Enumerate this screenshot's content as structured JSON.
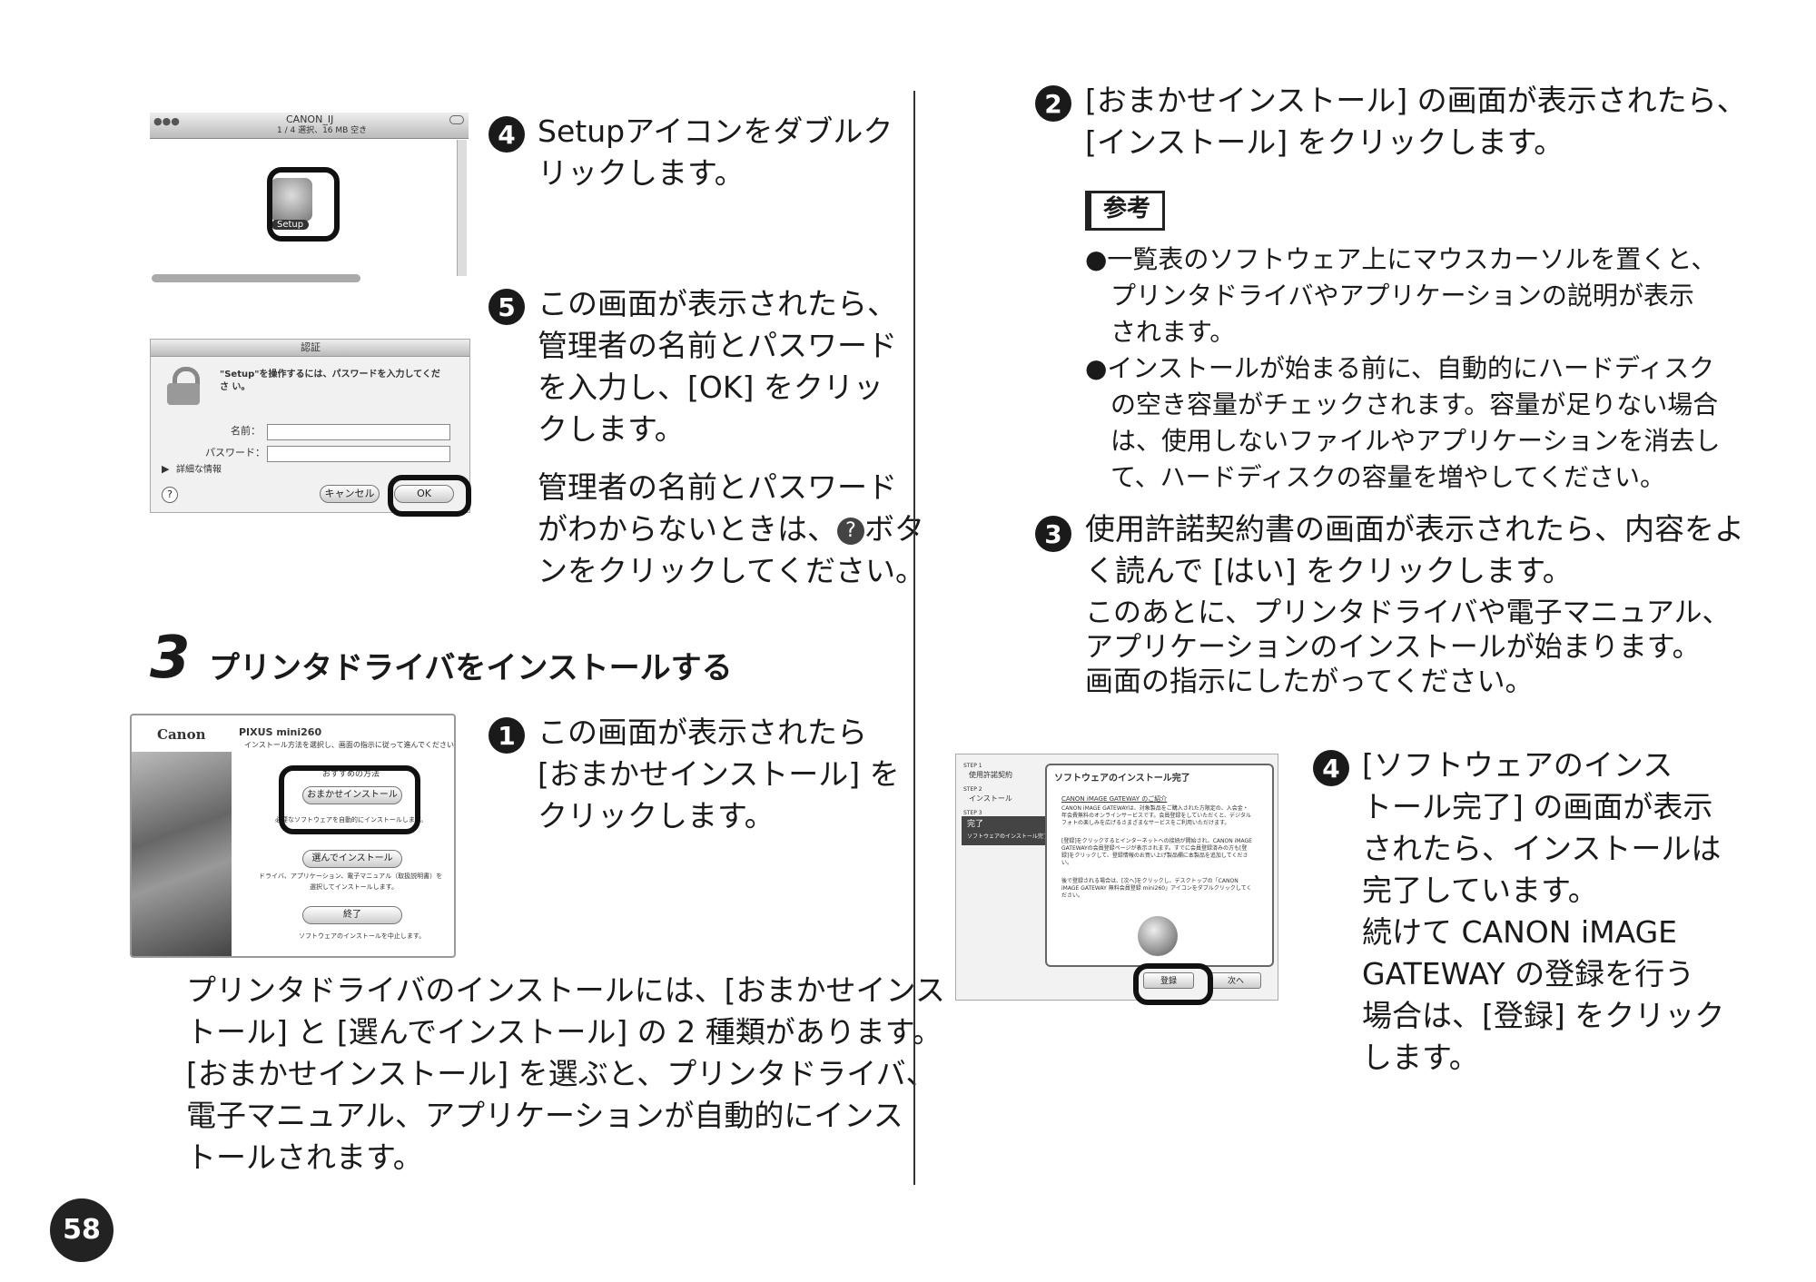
{
  "left": {
    "step4": {
      "num": "4",
      "lines": [
        "Setupアイコンをダブルク",
        "リックします。"
      ]
    },
    "finder": {
      "title": "CANON_IJ",
      "status": "1 / 4 選択、16 MB 空き",
      "icon_label": "Setup"
    },
    "step5": {
      "num": "5",
      "lines": [
        "この画面が表示されたら、",
        "管理者の名前とパスワード",
        "を入力し、[OK] をクリッ",
        "クします。"
      ],
      "note_lines": [
        "管理者の名前とパスワード",
        "がわからないときは、",
        "ボタ",
        "ンをクリックしてください。"
      ],
      "help_glyph": "?"
    },
    "auth": {
      "title": "認証",
      "message": "\"Setup\"を操作するには、パスワードを入力してくださ い。",
      "name_label": "名前：",
      "password_label": "パスワード：",
      "details": "詳細な情報",
      "cancel": "キャンセル",
      "ok": "OK",
      "help": "?"
    },
    "section3": {
      "num": "3",
      "title": "プリンタドライバをインストールする"
    },
    "step1": {
      "num": "1",
      "lines": [
        "この画面が表示されたら",
        "[おまかせインストール] を",
        "クリックします。"
      ]
    },
    "installer": {
      "brand": "Canon",
      "product": "PIXUS mini260",
      "instruction": "インストール方法を選択し、画面の指示に従って進んでください。",
      "easy_header": "おすすめの方法",
      "easy_button": "おまかせインストール",
      "easy_desc": "必要なソフトウェアを自動的にインストールします。",
      "custom_button": "選んでインストール",
      "custom_desc1": "ドライバ、アプリケーション、電子マニュアル（取扱説明書）を",
      "custom_desc2": "選択してインストールします。",
      "exit_button": "終了",
      "exit_desc": "ソフトウェアのインストールを中止します。"
    },
    "paragraph": [
      "プリンタドライバのインストールには、[おまかせインス",
      "トール] と [選んでインストール] の 2 種類があります。",
      "[おまかせインストール] を選ぶと、プリンタドライバ、",
      "電子マニュアル、アプリケーションが自動的にインス",
      "トールされます。"
    ]
  },
  "right": {
    "step2": {
      "num": "2",
      "lines": [
        "[おまかせインストール] の画面が表示されたら、",
        "[インストール] をクリックします。"
      ]
    },
    "sankou": "参考",
    "notes": [
      [
        "●一覧表のソフトウェア上にマウスカーソルを置くと、",
        "プリンタドライバやアプリケーションの説明が表示",
        "されます。"
      ],
      [
        "●インストールが始まる前に、自動的にハードディスク",
        "の空き容量がチェックされます。容量が足りない場合",
        "は、使用しないファイルやアプリケーションを消去し",
        "て、ハードディスクの容量を増やしてください。"
      ]
    ],
    "step3": {
      "num": "3",
      "lines": [
        "使用許諾契約書の画面が表示されたら、内容をよ",
        "く読んで [はい] をクリックします。"
      ],
      "sub_lines": [
        "このあとに、プリンタドライバや電子マニュアル、",
        "アプリケーションのインストールが始まります。",
        "画面の指示にしたがってください。"
      ]
    },
    "step4": {
      "num": "4",
      "lines": [
        "[ソフトウェアのインス",
        "トール完了] の画面が表示",
        "されたら、インストールは",
        "完了しています。",
        "続けて CANON iMAGE",
        "GATEWAY の登録を行う",
        "場合は、[登録] をクリック",
        "します。"
      ]
    },
    "complete": {
      "step1": "STEP 1",
      "step1_label": "使用許諾契約",
      "step2": "STEP 2",
      "step2_label": "インストール",
      "step3": "STEP 3",
      "step3_label": "完了",
      "step3_sub": "ソフトウェアのインストール完了",
      "title": "ソフトウェアのインストール完了",
      "link": "CANON iMAGE GATEWAY のご紹介",
      "p1": "CANON iMAGE GATEWAYは、対象製品をご購入された方限定の、入会金・年会費無料のオンラインサービスです。会員登録をしていただくと、デジタルフォトの楽しみを広げるさまざまなサービスをご利用いただけます。",
      "p2": "[登録]をクリックするとインターネットへの接続が開始され、CANON iMAGE GATEWAYの会員登録ページが表示されます。すでに会員登録済みの方も[登録]をクリックして、登録情報のお買い上げ製品欄に本製品を追加してください。",
      "p3": "後で登録される場合は、[次へ]をクリックし、デスクトップの「CANON iMAGE GATEWAY 無料会員登録 mini260」アイコンをダブルクリックしてください。",
      "register": "登録",
      "next": "次へ"
    }
  },
  "page_number": "58"
}
